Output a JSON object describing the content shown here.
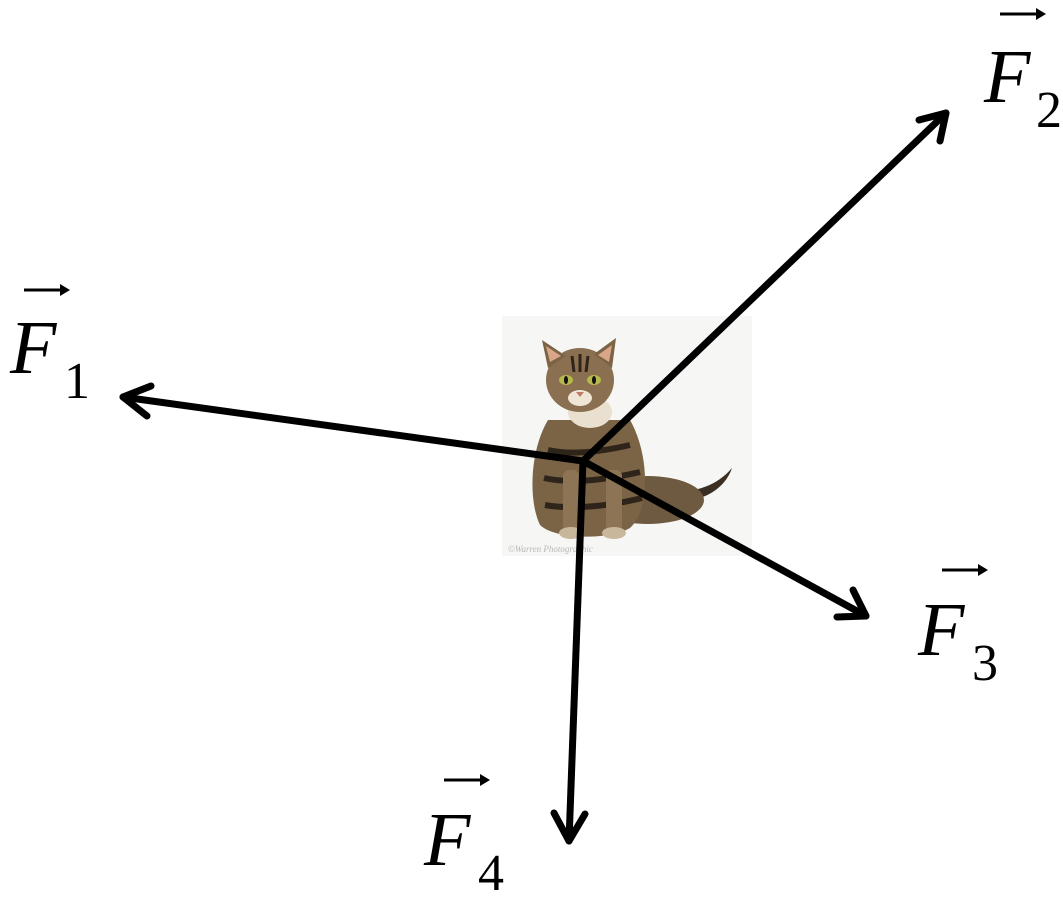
{
  "diagram": {
    "subject": {
      "icon": "cat-photo",
      "caption": "©Warren Photographic"
    },
    "forces": [
      {
        "id": "F1",
        "symbol": "F",
        "subscript": "1"
      },
      {
        "id": "F2",
        "symbol": "F",
        "subscript": "2"
      },
      {
        "id": "F3",
        "symbol": "F",
        "subscript": "3"
      },
      {
        "id": "F4",
        "symbol": "F",
        "subscript": "4"
      }
    ],
    "colors": {
      "arrow": "#000000",
      "background": "#ffffff"
    }
  }
}
